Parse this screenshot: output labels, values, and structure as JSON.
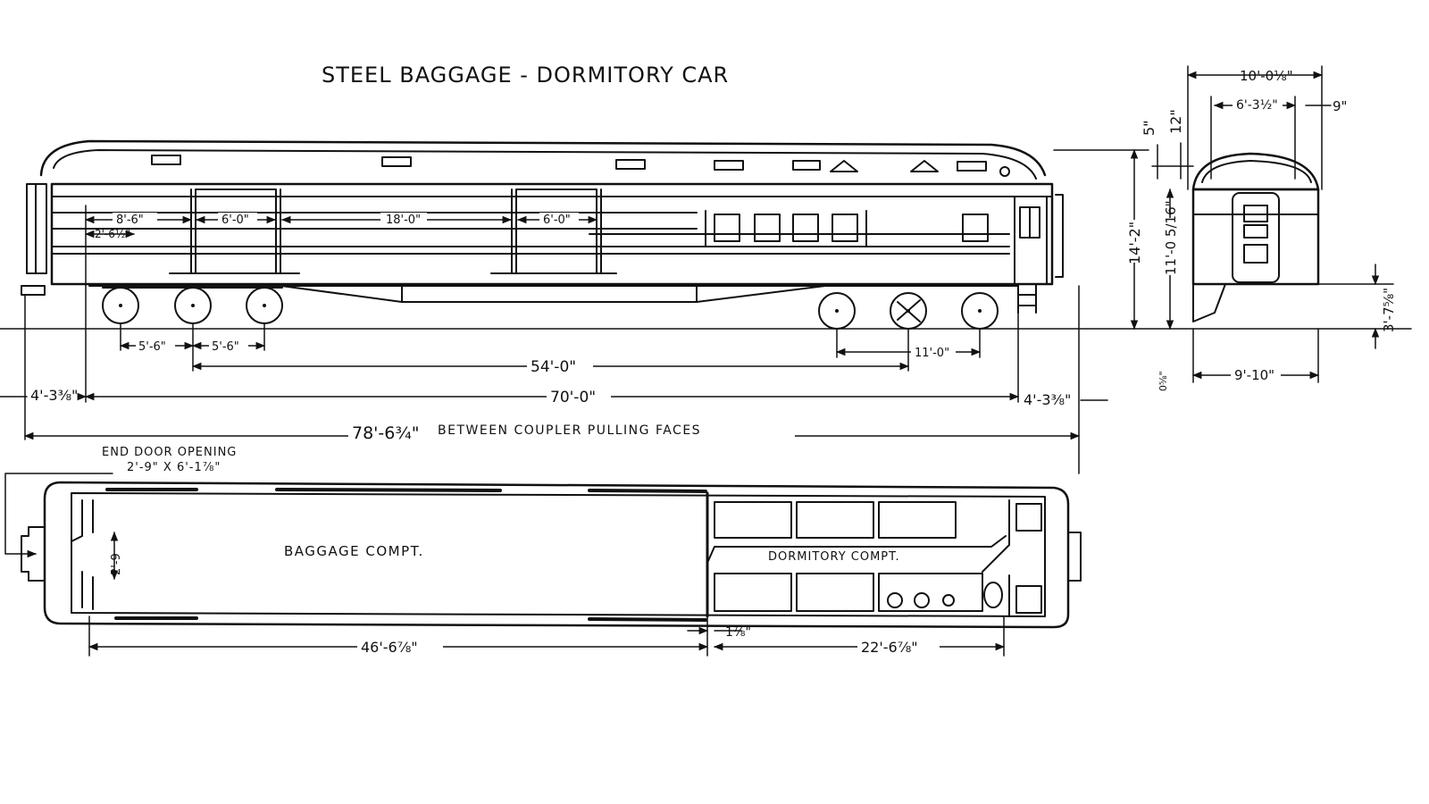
{
  "title": "STEEL BAGGAGE - DORMITORY CAR",
  "side_view_dimensions": {
    "panel_1": "8'-6\"",
    "panel_2": "2'-6½\"",
    "door_1": "6'-0\"",
    "panel_3": "18'-0\"",
    "door_2": "6'-0\"",
    "truck_wheel_1": "5'-6\"",
    "truck_wheel_2": "5'-6\"",
    "truck_centers": "54'-0\"",
    "rear_truck": "11'-0\"",
    "overall_body": "70'-0\"",
    "end_overhang_left": "4'-3⅜\"",
    "end_overhang_right": "4'-3⅜\"",
    "coupler_length": "78'-6¾\"",
    "coupler_label": "BETWEEN COUPLER PULLING FACES"
  },
  "end_view_dimensions": {
    "overall_width": "10'-0⅛\"",
    "roof_width": "6'-3½\"",
    "eave": "9\"",
    "roof_rise_1": "5\"",
    "roof_rise_2": "12\"",
    "overall_height": "14'-2\"",
    "body_height": "11'-0 5/16\"",
    "floor_height": "3'-7⅝\"",
    "side_offset": "0⅝\"",
    "truck_width": "9'-10\""
  },
  "plan_view": {
    "end_door_label": "END DOOR OPENING",
    "end_door_size": "2'-9\" X 6'-1⅞\"",
    "end_door_width": "2'-9",
    "baggage_label": "BAGGAGE COMPT.",
    "dormitory_label": "DORMITORY COMPT.",
    "baggage_length": "46'-6⅞\"",
    "partition": "1⅞\"",
    "dormitory_length": "22'-6⅞\""
  }
}
